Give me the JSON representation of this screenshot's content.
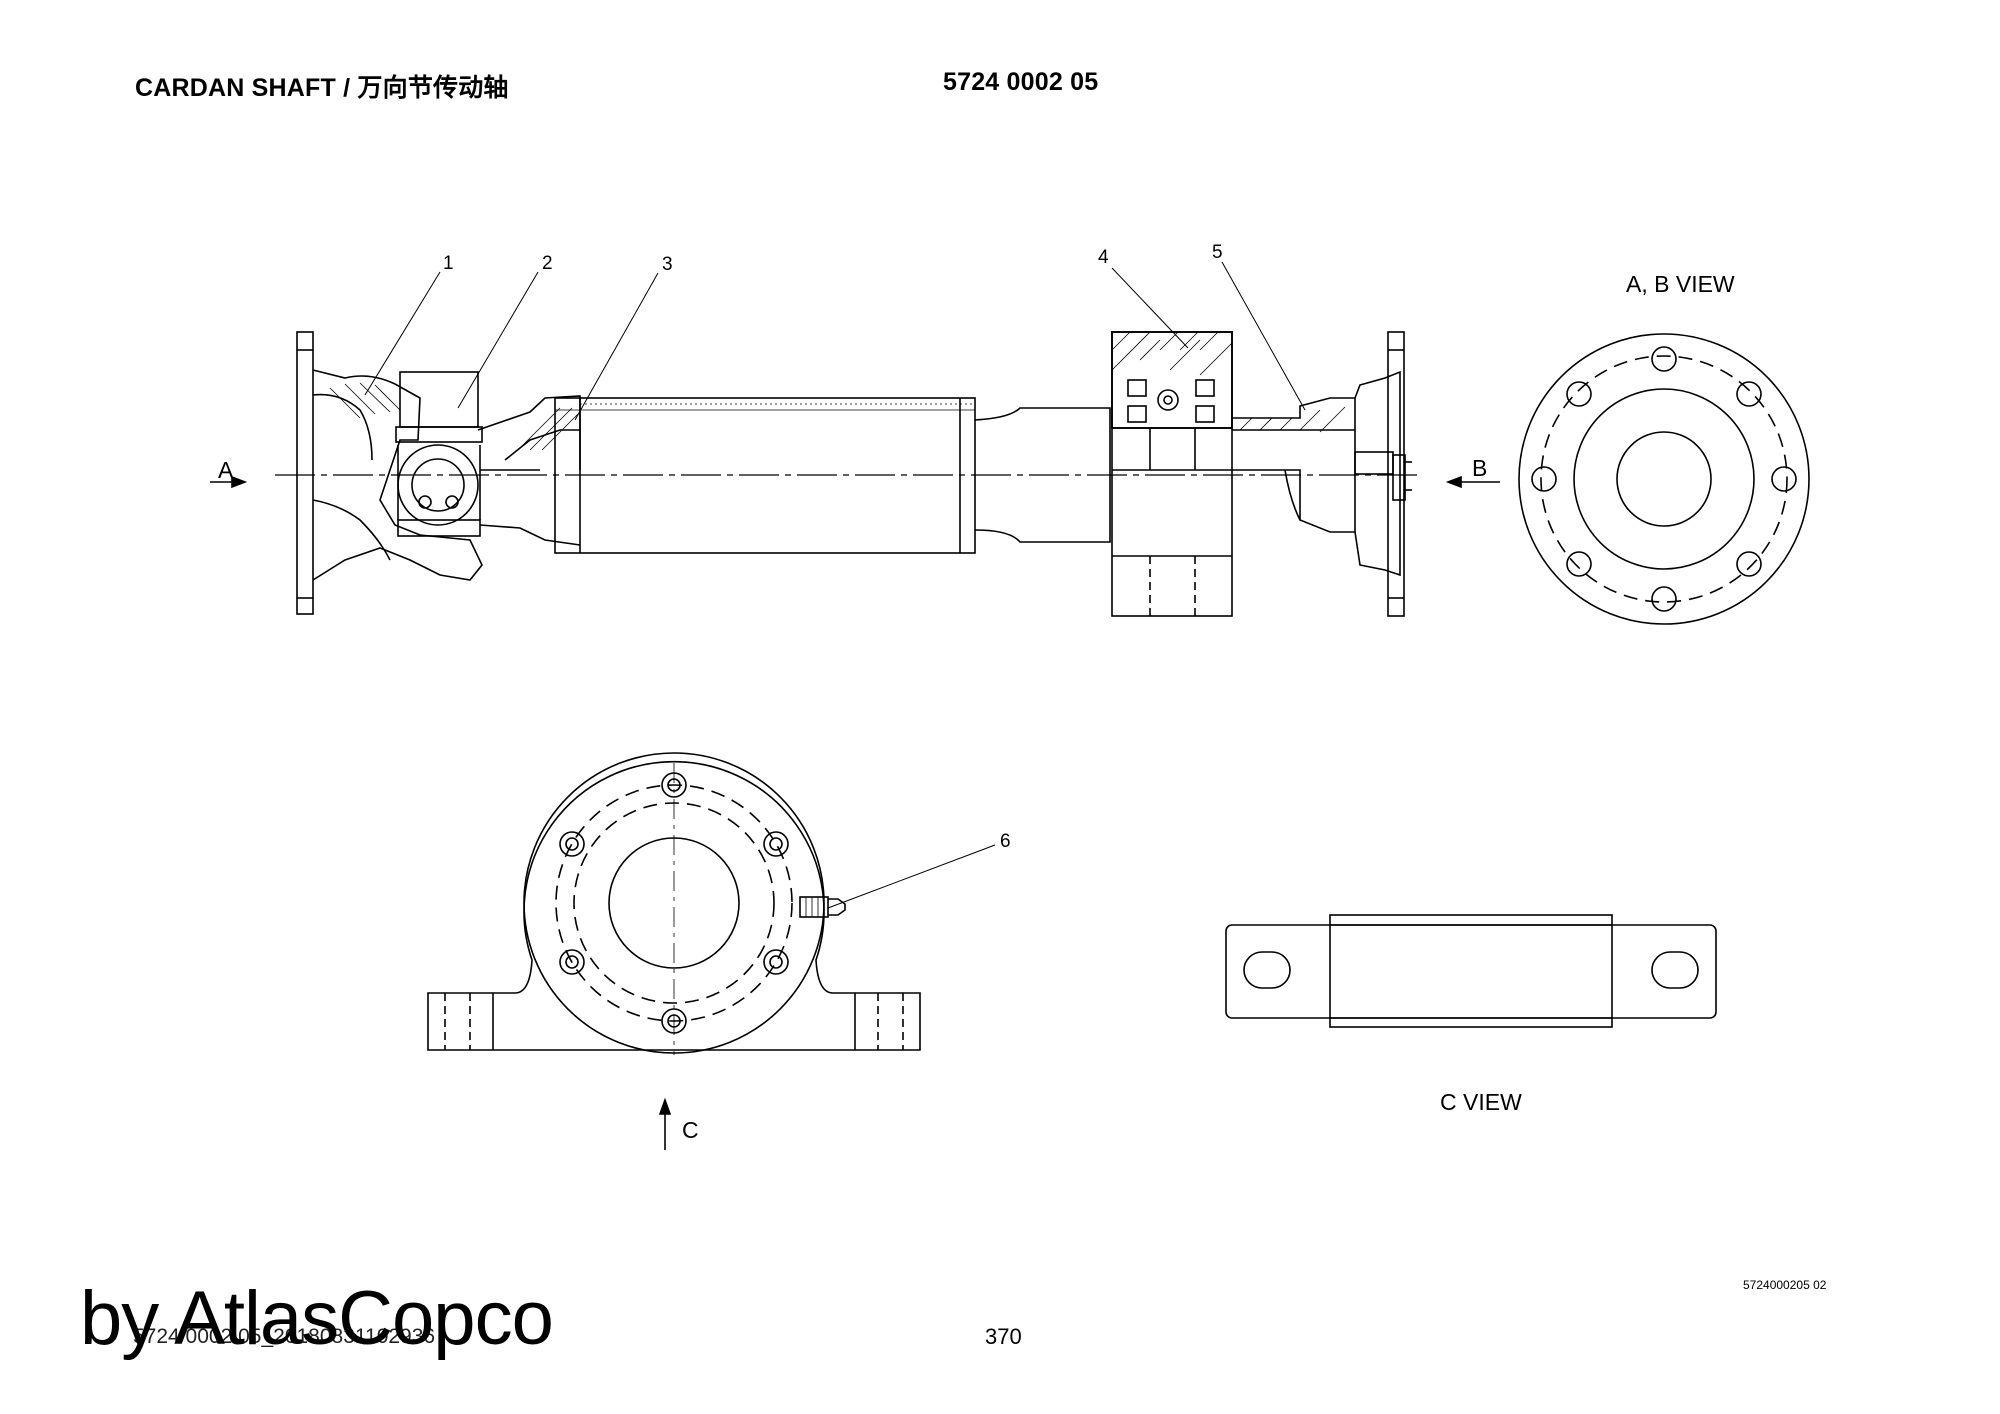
{
  "header": {
    "title": "CARDAN SHAFT / 万向节传动轴",
    "part_number": "5724 0002 05"
  },
  "callouts": [
    "1",
    "2",
    "3",
    "4",
    "5",
    "6"
  ],
  "views": {
    "arrow_a": "A",
    "arrow_b": "B",
    "arrow_c": "C",
    "ab_view": "A, B  VIEW",
    "c_view": "C  VIEW"
  },
  "footer": {
    "drawing_ref": "5724000205 02",
    "file_code": "5724 0002 05_20180831102936",
    "page_number": "370",
    "watermark": "by AtlasCopco"
  }
}
